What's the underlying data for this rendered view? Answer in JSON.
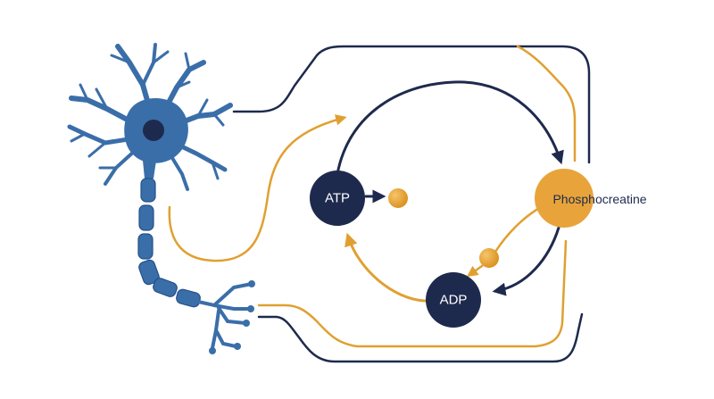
{
  "nodes": {
    "atp": {
      "label": "ATP"
    },
    "adp": {
      "label": "ADP"
    },
    "phosphocreatine": {
      "label": "Phosphocreatine"
    }
  },
  "colors": {
    "navy": "#1e2a4d",
    "neuron_blue": "#3a6ea9",
    "neuron_dark": "#25508a",
    "orange": "#e0a030",
    "orange_ball": "#e8a43a",
    "background": "#ffffff"
  }
}
